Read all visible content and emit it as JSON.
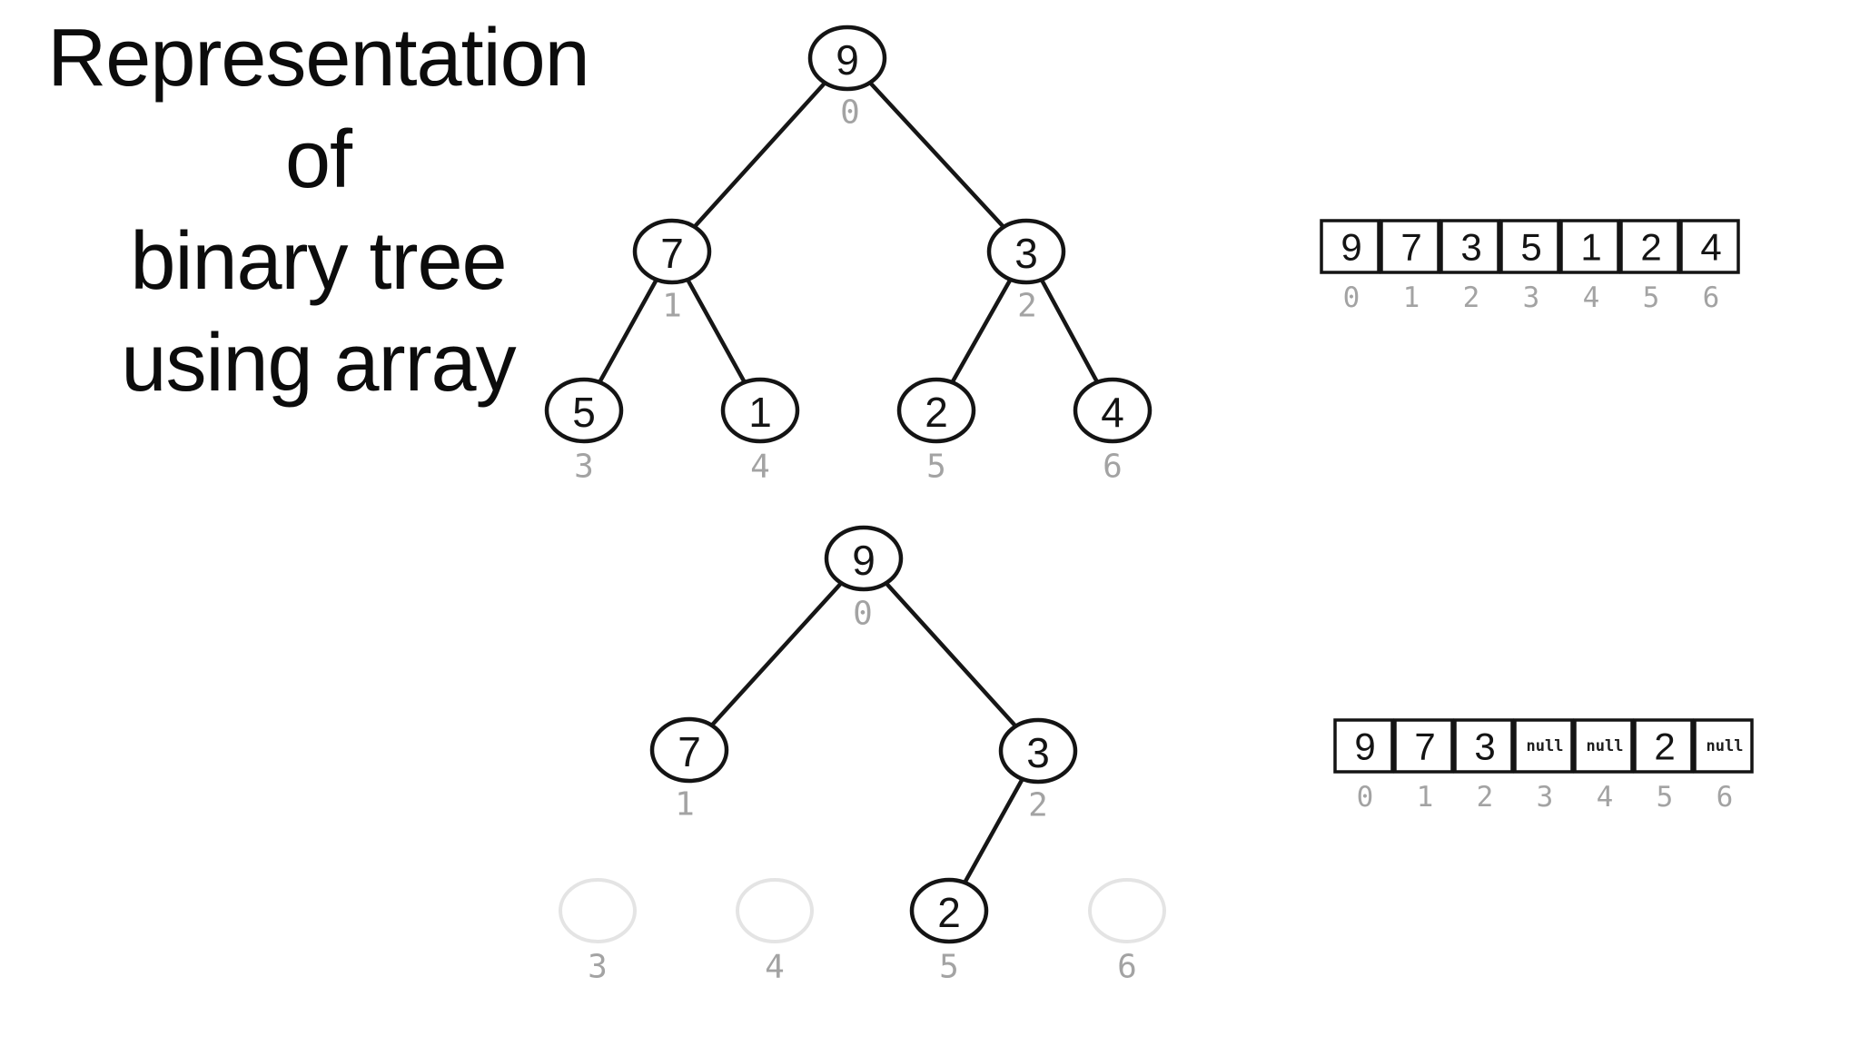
{
  "title": {
    "lines": [
      "Representation",
      "of",
      "binary tree",
      "using array"
    ]
  },
  "colors": {
    "ink": "#141414",
    "index_gray": "#a3a3a3",
    "ghost_outline": "#e4e4e4",
    "background": "#ffffff"
  },
  "diagram": {
    "tree_full": {
      "description": "complete binary tree",
      "nodes": [
        {
          "value": "9",
          "index": "0"
        },
        {
          "value": "7",
          "index": "1"
        },
        {
          "value": "3",
          "index": "2"
        },
        {
          "value": "5",
          "index": "3"
        },
        {
          "value": "1",
          "index": "4"
        },
        {
          "value": "2",
          "index": "5"
        },
        {
          "value": "4",
          "index": "6"
        }
      ]
    },
    "array_full": {
      "cells": [
        "9",
        "7",
        "3",
        "5",
        "1",
        "2",
        "4"
      ],
      "indexes": [
        "0",
        "1",
        "2",
        "3",
        "4",
        "5",
        "6"
      ]
    },
    "tree_partial": {
      "description": "binary tree with missing children",
      "nodes": [
        {
          "value": "9",
          "index": "0"
        },
        {
          "value": "7",
          "index": "1"
        },
        {
          "value": "3",
          "index": "2"
        },
        {
          "value": "2",
          "index": "5"
        }
      ],
      "empty_slots": [
        {
          "index": "3"
        },
        {
          "index": "4"
        },
        {
          "index": "6"
        }
      ]
    },
    "array_partial": {
      "cells": [
        "9",
        "7",
        "3",
        "null",
        "null",
        "2",
        "null"
      ],
      "indexes": [
        "0",
        "1",
        "2",
        "3",
        "4",
        "5",
        "6"
      ]
    }
  }
}
